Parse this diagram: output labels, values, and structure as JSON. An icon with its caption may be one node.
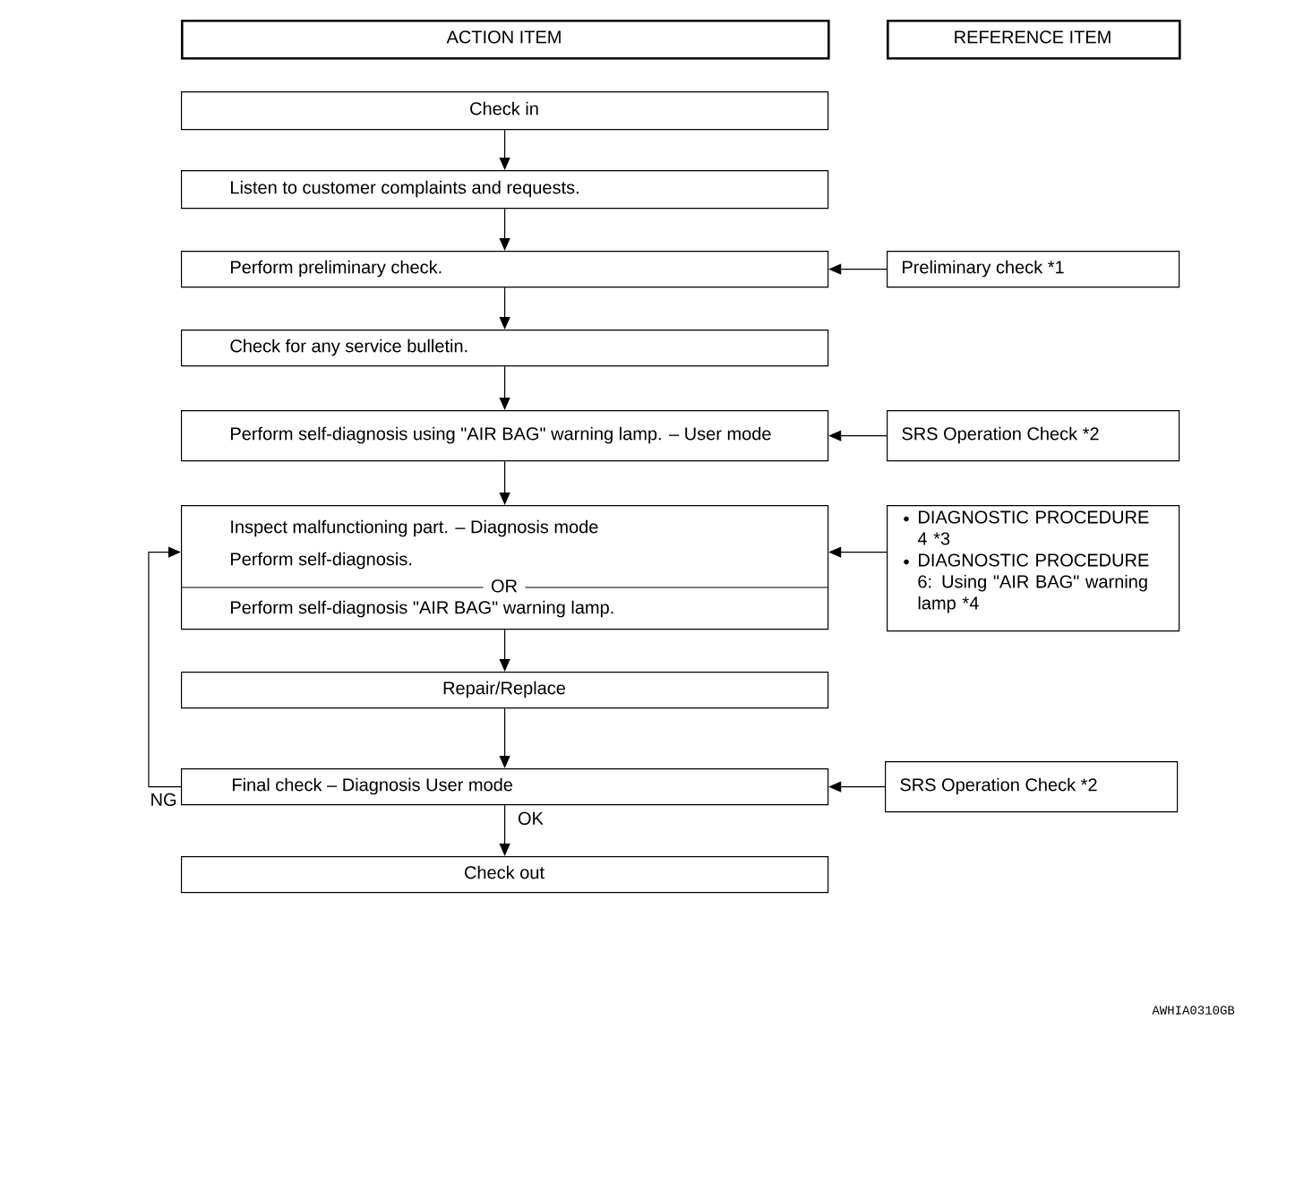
{
  "diagram": {
    "nodes": [
      {
        "text": [
          "ACTION ITEM"
        ]
      },
      {
        "text": [
          "REFERENCE ITEM"
        ]
      },
      {
        "text": [
          "Check in"
        ]
      },
      {
        "text": [
          "Listen to customer complaints and requests."
        ]
      },
      {
        "text": [
          "Perform preliminary check."
        ]
      },
      {
        "text": [
          "Preliminary check *1"
        ]
      },
      {
        "text": [
          "Check for any service bulletin."
        ]
      },
      {
        "text": [
          "Perform self-diagnosis using \"AIR BAG\" warning lamp. – User mode"
        ]
      },
      {
        "text": [
          "SRS Operation Check *2"
        ]
      },
      {
        "text": [
          "Inspect malfunctioning part. – Diagnosis mode",
          "Perform self-diagnosis.",
          "OR",
          "Perform self-diagnosis \"AIR BAG\" warning lamp."
        ]
      },
      {
        "text": [
          "DIAGNOSTIC PROCEDURE 4 *3",
          "DIAGNOSTIC PROCEDURE 6: Using \"AIR BAG\" warning lamp *4"
        ]
      },
      {
        "text": [
          "Repair/Replace"
        ]
      },
      {
        "text": [
          "Final check – Diagnosis User mode"
        ]
      },
      {
        "text": [
          "SRS Operation Check *2"
        ]
      },
      {
        "text": [
          "Check out"
        ]
      }
    ],
    "edges": [
      {
        "from": 2,
        "to": 3,
        "arrow": "to"
      },
      {
        "from": 3,
        "to": 4,
        "arrow": "to"
      },
      {
        "from": 5,
        "to": 4,
        "arrow": "to"
      },
      {
        "from": 4,
        "to": 6,
        "arrow": "to"
      },
      {
        "from": 6,
        "to": 7,
        "arrow": "to"
      },
      {
        "from": 8,
        "to": 7,
        "arrow": "to"
      },
      {
        "from": 7,
        "to": 9,
        "arrow": "to"
      },
      {
        "from": 10,
        "to": 9,
        "arrow": "to"
      },
      {
        "from": 9,
        "to": 11,
        "arrow": "to"
      },
      {
        "from": 11,
        "to": 12,
        "arrow": "to"
      },
      {
        "from": 13,
        "to": 12,
        "arrow": "to"
      },
      {
        "from": 12,
        "to": 9,
        "arrow": "to",
        "label": "NG"
      },
      {
        "from": 12,
        "to": 14,
        "arrow": "to",
        "label": "OK"
      }
    ],
    "labels": [
      "AWHIA0310GB"
    ]
  }
}
